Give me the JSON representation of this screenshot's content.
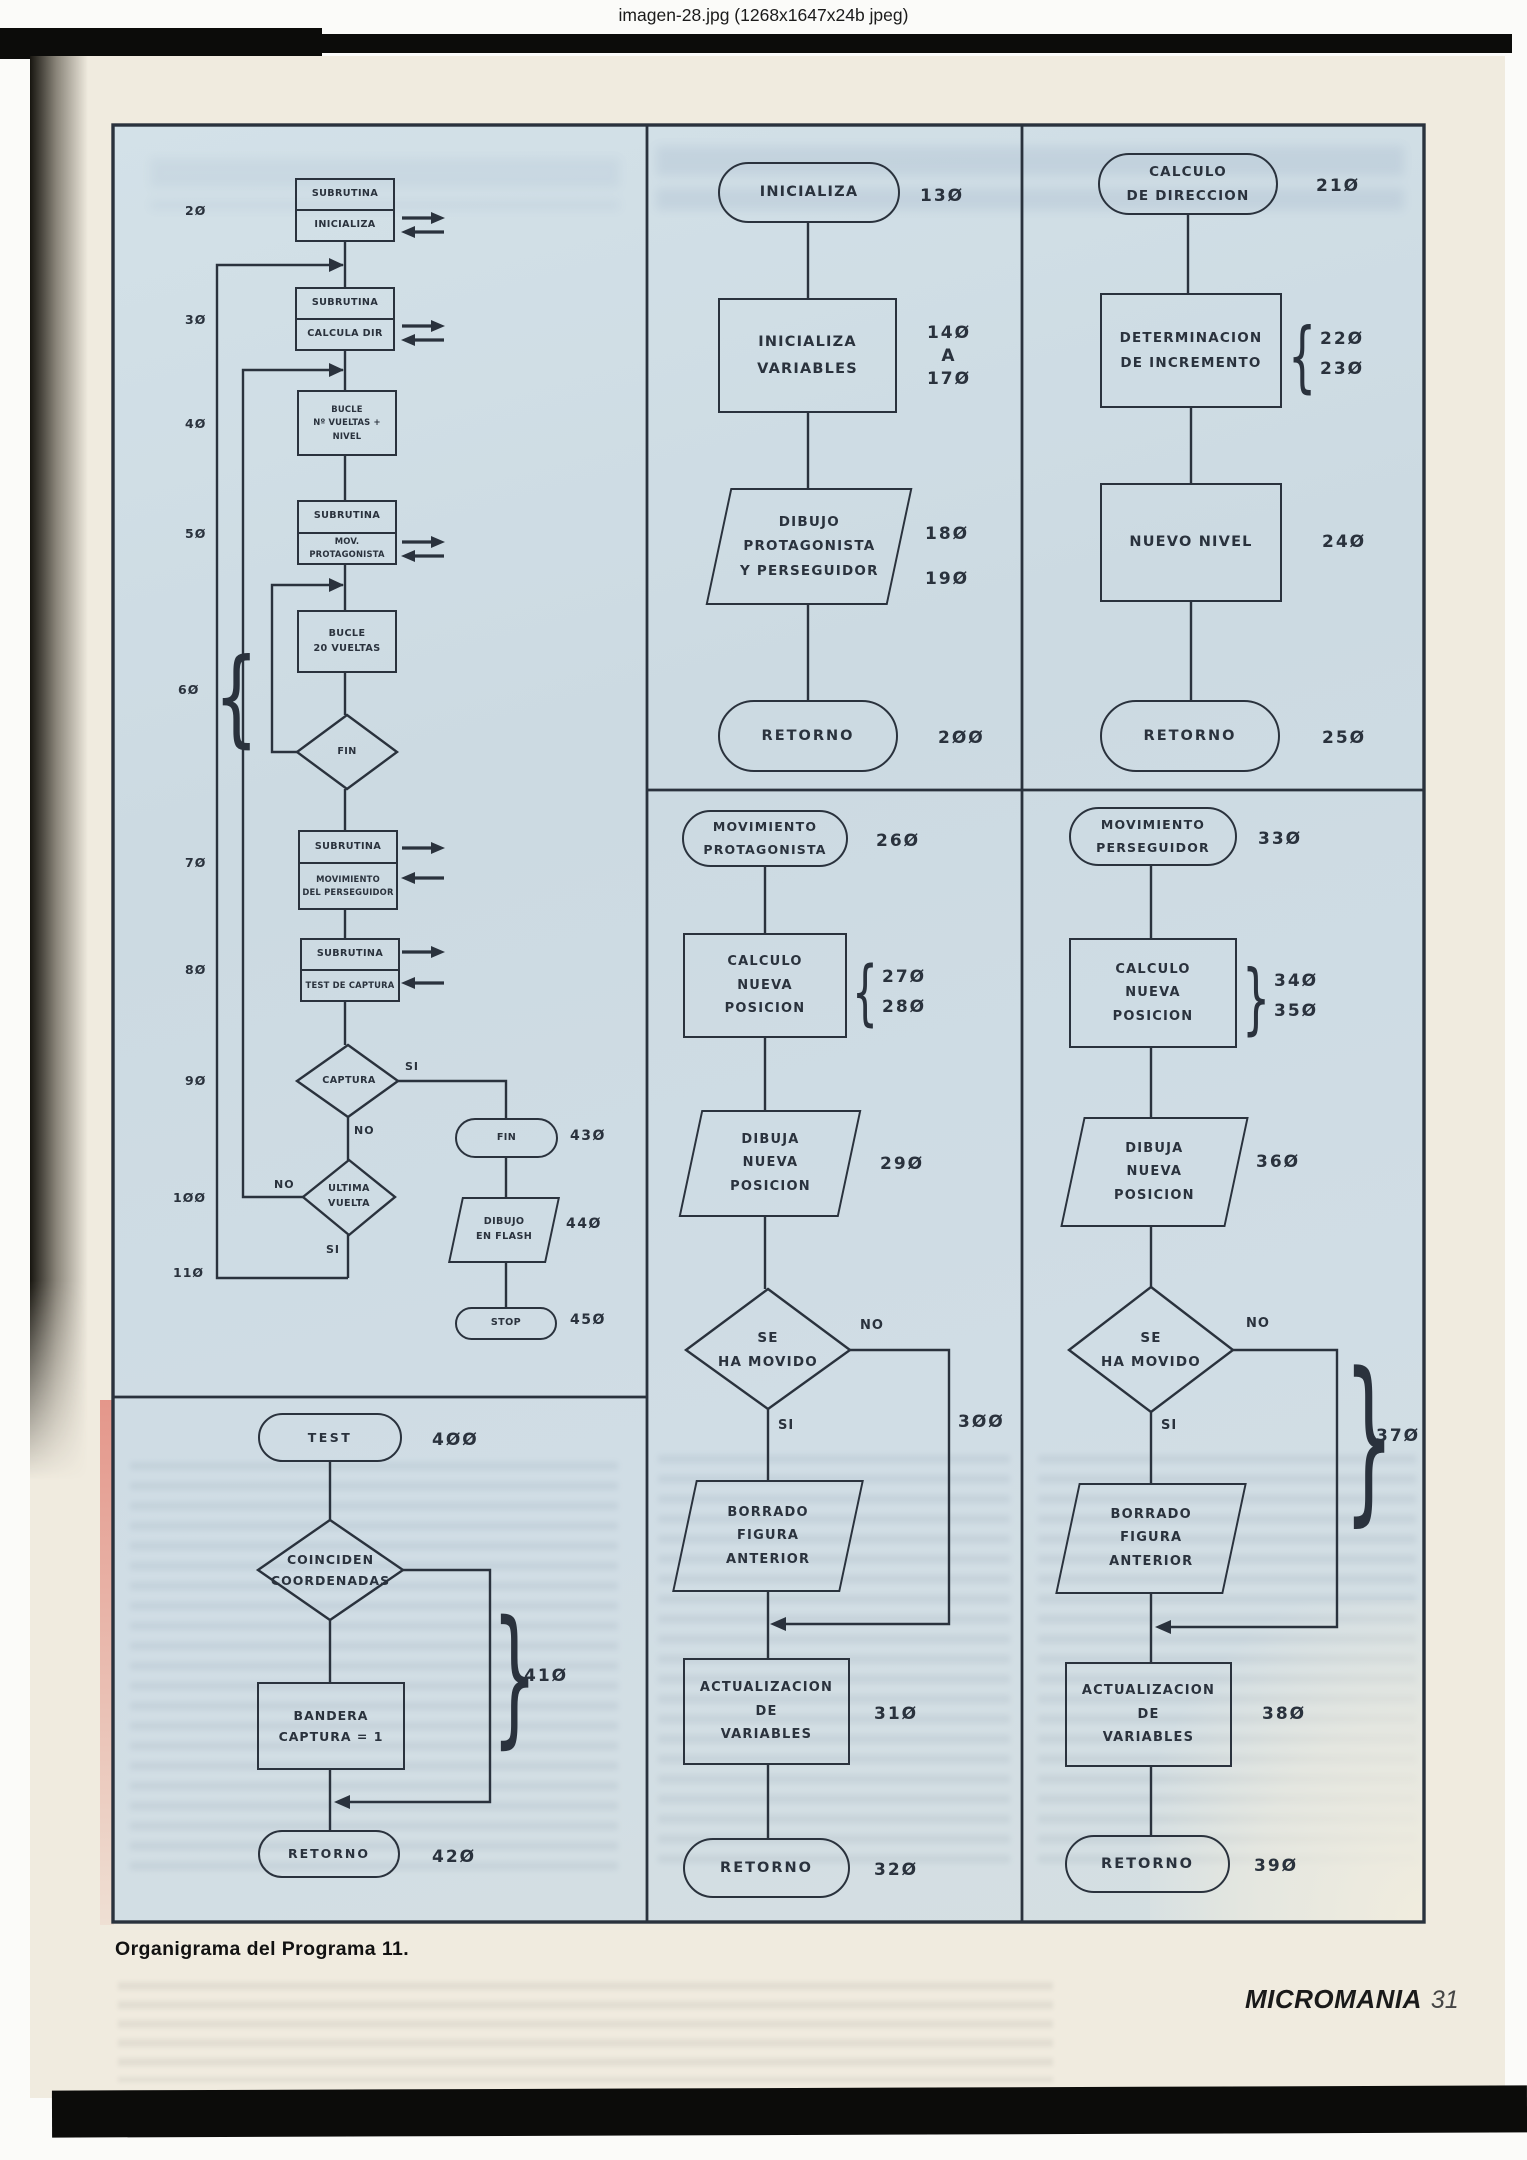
{
  "viewer": {
    "title": "imagen-28.jpg (1268x1647x24b jpeg)"
  },
  "page": {
    "figure_caption": "Organigrama del Programa 11.",
    "magazine": "MICROMANIA",
    "page_number": "31"
  },
  "glyphs": {
    "brace_open": "{",
    "brace_close": "}"
  },
  "colors": {
    "panel_blue": "#cfdde4",
    "ink": "#2a323d",
    "paper": "#f0ebdf"
  },
  "flowchart": {
    "left": {
      "n20": {
        "num": "2Ø",
        "top": "SUBRUTINA",
        "bottom": "INICIALIZA"
      },
      "n30": {
        "num": "3Ø",
        "top": "SUBRUTINA",
        "bottom": "CALCULA DIR"
      },
      "n40": {
        "num": "4Ø",
        "label": "BUCLE\nNº VUELTAS + NIVEL"
      },
      "n50": {
        "num": "5Ø",
        "top": "SUBRUTINA",
        "bottom": "MOV. PROTAGONISTA"
      },
      "n60": {
        "num": "6Ø",
        "label": "BUCLE\n20 VUELTAS"
      },
      "fin_test": {
        "label": "FIN"
      },
      "n70": {
        "num": "7Ø",
        "top": "SUBRUTINA",
        "bottom": "MOVIMIENTO\nDEL PERSEGUIDOR"
      },
      "n80": {
        "num": "8Ø",
        "top": "SUBRUTINA",
        "bottom": "TEST DE CAPTURA"
      },
      "n90": {
        "num": "9Ø",
        "label": "CAPTURA",
        "yes": "SI",
        "no": "NO"
      },
      "n100": {
        "num": "1ØØ",
        "label": "ULTIMA\nVUELTA",
        "no": "NO",
        "yes": "SI"
      },
      "n110": {
        "num": "11Ø"
      },
      "fin_end": {
        "num": "43Ø",
        "label": "FIN"
      },
      "flash": {
        "num": "44Ø",
        "label": "DIBUJO\nEN FLASH"
      },
      "stop": {
        "num": "45Ø",
        "label": "STOP"
      }
    },
    "test": {
      "start": {
        "num": "4ØØ",
        "label": "TEST"
      },
      "coinciden": {
        "label": "COINCIDEN\nCOORDENADAS"
      },
      "bandera": {
        "num": "41Ø",
        "label": "BANDERA\nCAPTURA = 1"
      },
      "retorno": {
        "num": "42Ø",
        "label": "RETORNO"
      }
    },
    "init": {
      "start": {
        "num": "13Ø",
        "label": "INICIALIZA"
      },
      "vars": {
        "nums": "14Ø\nA\n17Ø",
        "label": "INICIALIZA\nVARIABLES"
      },
      "dibujo": {
        "num_a": "18Ø",
        "num_b": "19Ø",
        "label": "DIBUJO\nPROTAGONISTA\nY PERSEGUIDOR"
      },
      "retorno": {
        "num": "2ØØ",
        "label": "RETORNO"
      }
    },
    "calc_dir": {
      "start": {
        "num": "21Ø",
        "label": "CALCULO\nDE DIRECCION"
      },
      "determinacion": {
        "nums": "22Ø\n23Ø",
        "label": "DETERMINACION\nDE INCREMENTO"
      },
      "nuevo_nivel": {
        "num": "24Ø",
        "label": "NUEVO NIVEL"
      },
      "retorno": {
        "num": "25Ø",
        "label": "RETORNO"
      }
    },
    "mov_prota": {
      "start": {
        "num": "26Ø",
        "label": "MOVIMIENTO\nPROTAGONISTA"
      },
      "calculo": {
        "nums": "27Ø\n28Ø",
        "label": "CALCULO\nNUEVA\nPOSICION"
      },
      "dibuja": {
        "num": "29Ø",
        "label": "DIBUJA\nNUEVA\nPOSICION"
      },
      "se_ha_movido": {
        "label": "SE\nHA MOVIDO",
        "no": "NO",
        "yes": "SI",
        "no_num": "3ØØ"
      },
      "borrado": {
        "label": "BORRADO\nFIGURA\nANTERIOR"
      },
      "actualizacion": {
        "num": "31Ø",
        "label": "ACTUALIZACION\nDE\nVARIABLES"
      },
      "retorno": {
        "num": "32Ø",
        "label": "RETORNO"
      }
    },
    "mov_perseg": {
      "start": {
        "num": "33Ø",
        "label": "MOVIMIENTO\nPERSEGUIDOR"
      },
      "calculo": {
        "nums": "34Ø\n35Ø",
        "label": "CALCULO\nNUEVA\nPOSICION"
      },
      "dibuja": {
        "num": "36Ø",
        "label": "DIBUJA\nNUEVA\nPOSICION"
      },
      "se_ha_movido": {
        "label": "SE\nHA MOVIDO",
        "no": "NO",
        "yes": "SI",
        "no_num": "37Ø"
      },
      "borrado": {
        "label": "BORRADO\nFIGURA\nANTERIOR"
      },
      "actualizacion": {
        "num": "38Ø",
        "label": "ACTUALIZACION\nDE\nVARIABLES"
      },
      "retorno": {
        "num": "39Ø",
        "label": "RETORNO"
      }
    }
  }
}
